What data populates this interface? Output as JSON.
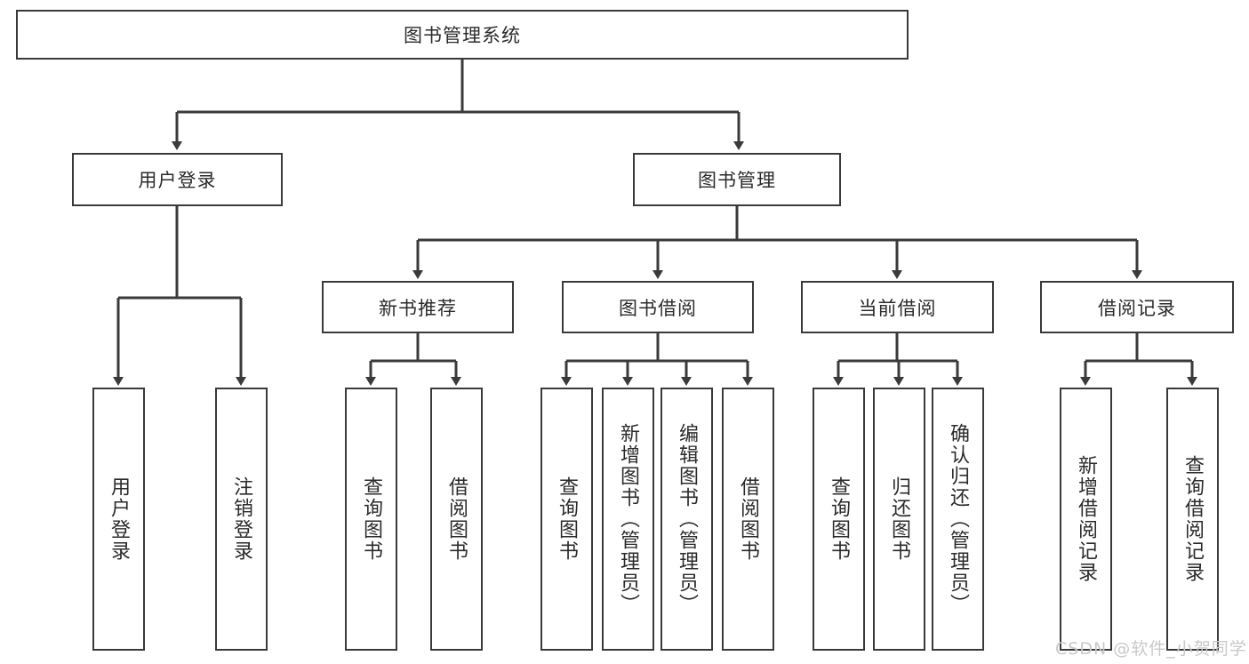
{
  "diagram": {
    "type": "tree-hierarchy-chart",
    "title_node": {
      "label": "图书管理系统"
    },
    "level1": [
      {
        "id": "user-login",
        "label": "用户登录"
      },
      {
        "id": "book-management",
        "label": "图书管理"
      }
    ],
    "level2": [
      {
        "id": "new-book-recommend",
        "label": "新书推荐",
        "parent": "book-management"
      },
      {
        "id": "book-borrow",
        "label": "图书借阅",
        "parent": "book-management"
      },
      {
        "id": "current-borrow",
        "label": "当前借阅",
        "parent": "book-management"
      },
      {
        "id": "borrow-record",
        "label": "借阅记录",
        "parent": "book-management"
      }
    ],
    "leaves": {
      "user_login": [
        {
          "id": "leaf-user-login",
          "label": "用户登录"
        },
        {
          "id": "leaf-logout-login",
          "label": "注销登录"
        }
      ],
      "new_book_recommend": [
        {
          "id": "leaf-query-book-1",
          "label": "查询图书"
        },
        {
          "id": "leaf-borrow-book-1",
          "label": "借阅图书"
        }
      ],
      "book_borrow": [
        {
          "id": "leaf-query-book-2",
          "label": "查询图书"
        },
        {
          "id": "leaf-add-book",
          "label": "新增图书（管理员）"
        },
        {
          "id": "leaf-edit-book",
          "label": "编辑图书（管理员）"
        },
        {
          "id": "leaf-borrow-book-2",
          "label": "借阅图书"
        }
      ],
      "current_borrow": [
        {
          "id": "leaf-query-book-3",
          "label": "查询图书"
        },
        {
          "id": "leaf-return-book",
          "label": "归还图书"
        },
        {
          "id": "leaf-confirm-return",
          "label": "确认归还（管理员）"
        }
      ],
      "borrow_record": [
        {
          "id": "leaf-add-record",
          "label": "新增借阅记录"
        },
        {
          "id": "leaf-query-record",
          "label": "查询借阅记录"
        }
      ]
    },
    "watermark": {
      "text": "CSDN @软件_小贺同学"
    },
    "colors": {
      "stroke": "#3a3a3a",
      "fill": "#ffffff",
      "text": "#2b2b2b",
      "watermark": "#c9c9c9"
    }
  }
}
